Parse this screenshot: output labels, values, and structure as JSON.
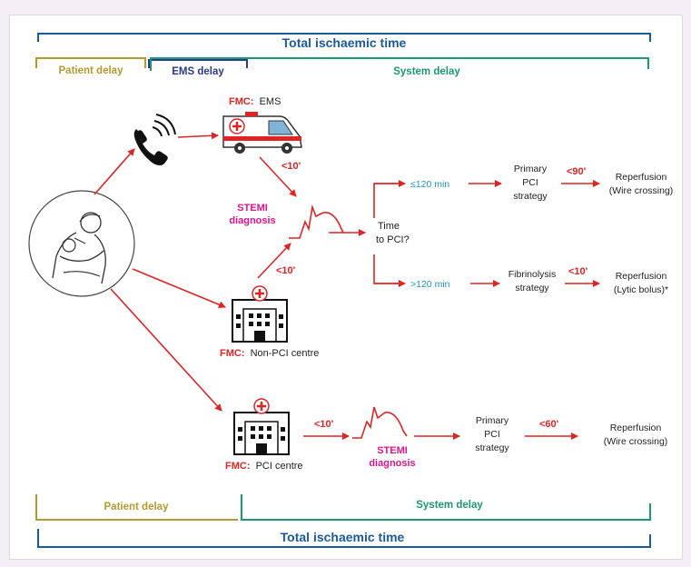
{
  "colors": {
    "blue": "#1a5b9c",
    "olive": "#b59a2e",
    "navy": "#2c3a8c",
    "green": "#1a9a6e",
    "red": "#e02424",
    "magenta": "#e0148c",
    "cyan": "#2196c8",
    "ink": "#222222"
  },
  "top_bar": {
    "total_label": "Total ischaemic time",
    "patient_delay": "Patient delay",
    "ems_delay": "EMS delay",
    "system_delay": "System delay"
  },
  "bottom_bar": {
    "patient_delay": "Patient delay",
    "system_delay": "System delay",
    "total_label": "Total ischaemic time"
  },
  "ems_path": {
    "fmc_prefix": "FMC:",
    "fmc_rest": "EMS",
    "time_to_diagnosis": "<10'",
    "diagnosis_line1": "STEMI",
    "diagnosis_line2": "diagnosis"
  },
  "decision": {
    "line1": "Time",
    "line2": "to PCI?",
    "fast_label": "≤120 min",
    "slow_label": ">120 min"
  },
  "fast_branch": {
    "strategy_line1": "Primary",
    "strategy_line2": "PCI",
    "strategy_line3": "strategy",
    "time": "<90'",
    "outcome_line1": "Reperfusion",
    "outcome_line2": "(Wire crossing)"
  },
  "slow_branch": {
    "strategy_line1": "Fibrinolysis",
    "strategy_line2": "strategy",
    "time": "<10'",
    "outcome_line1": "Reperfusion",
    "outcome_line2": "(Lytic bolus)*"
  },
  "non_pci": {
    "time_to_diagnosis": "<10'",
    "fmc_prefix": "FMC:",
    "fmc_rest": "Non-PCI centre"
  },
  "pci_centre": {
    "fmc_prefix": "FMC:",
    "fmc_rest": "PCI centre",
    "time_to_diagnosis": "<10'",
    "diagnosis_line1": "STEMI",
    "diagnosis_line2": "diagnosis",
    "strategy_line1": "Primary",
    "strategy_line2": "PCI",
    "strategy_line3": "strategy",
    "time": "<60'",
    "outcome_line1": "Reperfusion",
    "outcome_line2": "(Wire crossing)"
  }
}
